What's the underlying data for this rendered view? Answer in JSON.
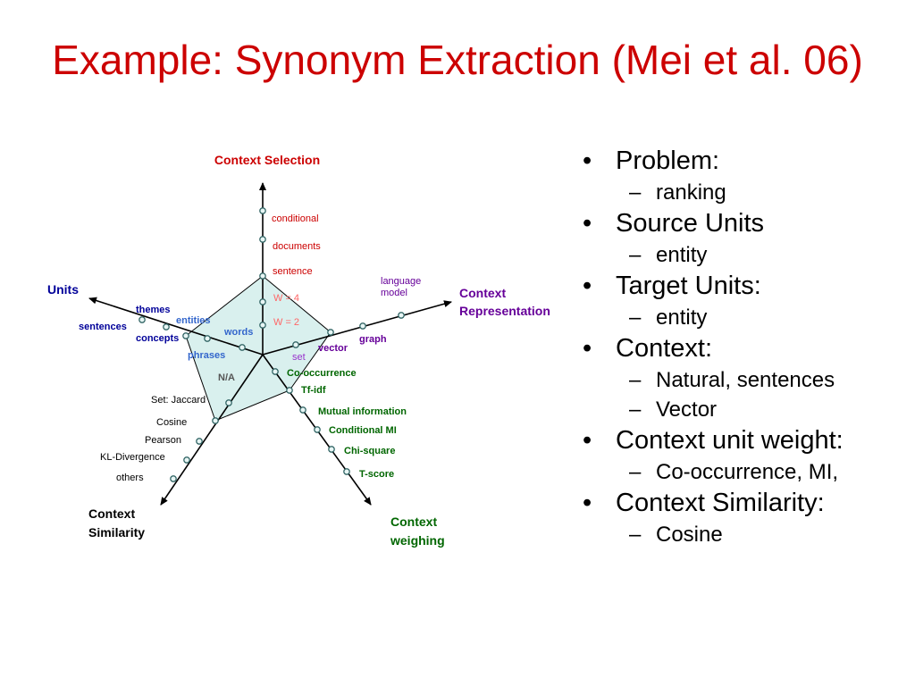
{
  "slide": {
    "title": "Example: Synonym Extraction (Mei et al. 06)"
  },
  "colors": {
    "title": "#cc0000",
    "red": "#cc0000",
    "navy": "#000099",
    "purple": "#660099",
    "green": "#006600",
    "black": "#000000",
    "blue_light": "#3366cc",
    "salmon": "#ff6666",
    "violet": "#9933cc",
    "polygon_fill": "#d9f0ee"
  },
  "diagram": {
    "axes": [
      {
        "key": "selection",
        "title": [
          "Context Selection"
        ],
        "color": "red",
        "ticks": [
          "conditional",
          "documents",
          "sentence"
        ]
      },
      {
        "key": "representation",
        "title": [
          "Context",
          "Representation"
        ],
        "color": "purple",
        "ticks": [
          "language model",
          "graph",
          "vector",
          "set"
        ]
      },
      {
        "key": "weighing",
        "title": [
          "Context",
          "weighing"
        ],
        "color": "green",
        "ticks": [
          "Co-occurrence",
          "Tf-idf",
          "Mutual information",
          "Conditional MI",
          "Chi-square",
          "T-score"
        ]
      },
      {
        "key": "similarity",
        "title": [
          "Context",
          "Similarity"
        ],
        "color": "black",
        "ticks": [
          "Set: Jaccard",
          "Cosine",
          "Pearson",
          "KL-Divergence",
          "others"
        ]
      },
      {
        "key": "units",
        "title": [
          "Units"
        ],
        "color": "navy",
        "ticks": [
          "sentences",
          "themes",
          "entities",
          "concepts",
          "phrases",
          "words"
        ]
      }
    ],
    "inner_labels": {
      "w4": "W = 4",
      "w2": "W = 2",
      "na": "N/A"
    }
  },
  "bullets": [
    {
      "level": 1,
      "text": "Problem:"
    },
    {
      "level": 2,
      "text": "ranking"
    },
    {
      "level": 1,
      "text": "Source Units"
    },
    {
      "level": 2,
      "text": "entity"
    },
    {
      "level": 1,
      "text": "Target Units:"
    },
    {
      "level": 2,
      "text": "entity"
    },
    {
      "level": 1,
      "text": "Context:"
    },
    {
      "level": 2,
      "text": "Natural, sentences"
    },
    {
      "level": 2,
      "text": "Vector"
    },
    {
      "level": 1,
      "text": "Context unit weight:"
    },
    {
      "level": 2,
      "text": "Co-occurrence,  MI,"
    },
    {
      "level": 1,
      "text": "Context Similarity:"
    },
    {
      "level": 2,
      "text": "Cosine"
    }
  ]
}
